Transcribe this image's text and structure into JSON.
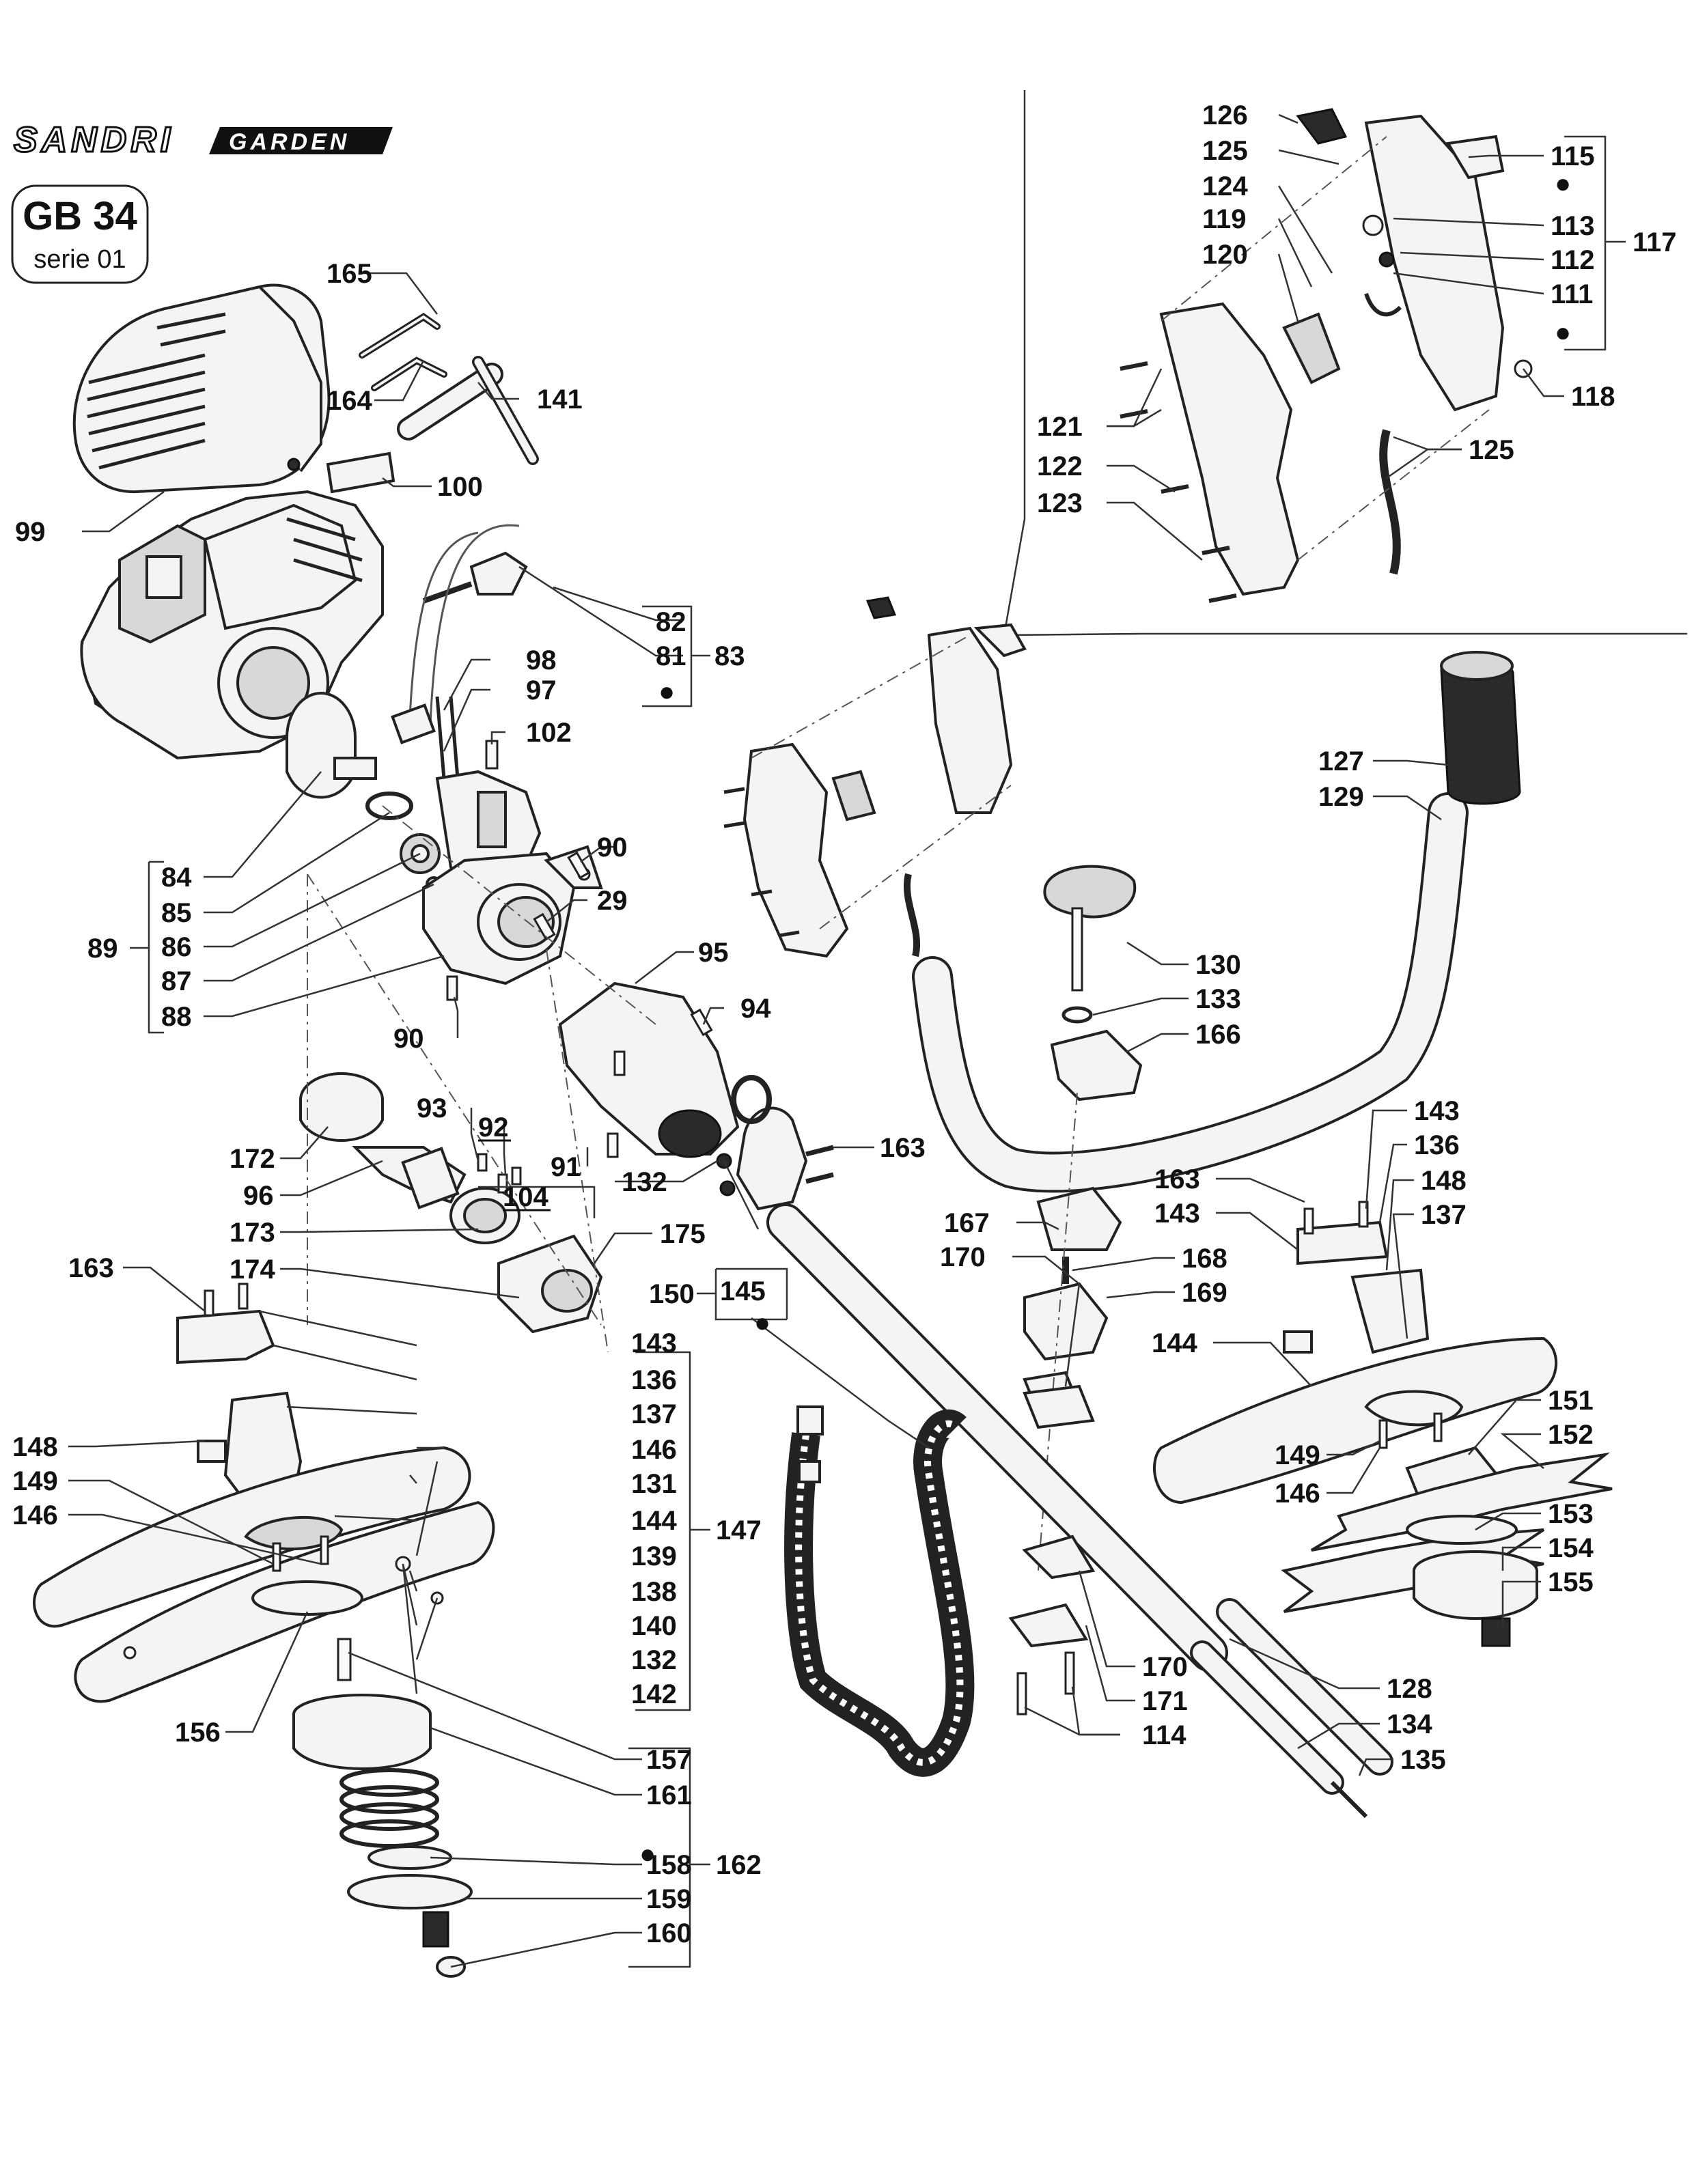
{
  "brand": {
    "name": "SANDRI",
    "sub": "GARDEN"
  },
  "model": {
    "code": "GB 34",
    "series": "serie 01"
  },
  "dot_symbol": "●",
  "callouts": {
    "c165": "165",
    "c164": "164",
    "c141": "141",
    "c100": "100",
    "c99": "99",
    "c82": "82",
    "c81": "81",
    "c83": "83",
    "c98": "98",
    "c97": "97",
    "c102": "102",
    "c90a": "90",
    "c29": "29",
    "c84": "84",
    "c85": "85",
    "c86": "86",
    "c87": "87",
    "c88": "88",
    "c89": "89",
    "c90b": "90",
    "c95": "95",
    "c94": "94",
    "c93": "93",
    "c92": "92",
    "c91": "91",
    "c104": "104",
    "c172": "172",
    "c96": "96",
    "c173": "173",
    "c175": "175",
    "c174": "174",
    "c132a": "132",
    "c163a": "163",
    "c145": "145",
    "c150": "150",
    "c126": "126",
    "c125a": "125",
    "c124": "124",
    "c119": "119",
    "c120": "120",
    "c115": "115",
    "c113": "113",
    "c112": "112",
    "c111": "111",
    "c117": "117",
    "c118": "118",
    "c121": "121",
    "c122": "122",
    "c123": "123",
    "c125b": "125",
    "c127": "127",
    "c129": "129",
    "c130": "130",
    "c133": "133",
    "c166": "166",
    "c167": "167",
    "c170a": "170",
    "c168": "168",
    "c169": "169",
    "c163b": "163",
    "c143a": "143",
    "c136a": "136",
    "c137a": "137",
    "c148a": "148",
    "c149a": "149",
    "c146a": "146",
    "c131": "131",
    "c144a": "144",
    "c147": "147",
    "c139": "139",
    "c138": "138",
    "c140": "140",
    "c132b": "132",
    "c142": "142",
    "c156": "156",
    "c157": "157",
    "c161": "161",
    "c162": "162",
    "c158": "158",
    "c159": "159",
    "c160": "160",
    "c146b": "146",
    "c143b": "143",
    "c136b": "136",
    "c163c": "163",
    "c148b": "148",
    "c143c": "143",
    "c137b": "137",
    "c144b": "144",
    "c151": "151",
    "c152": "152",
    "c149b": "149",
    "c146c": "146",
    "c153": "153",
    "c154": "154",
    "c155": "155",
    "c170b": "170",
    "c171": "171",
    "c114": "114",
    "c128": "128",
    "c134": "134",
    "c135": "135"
  }
}
